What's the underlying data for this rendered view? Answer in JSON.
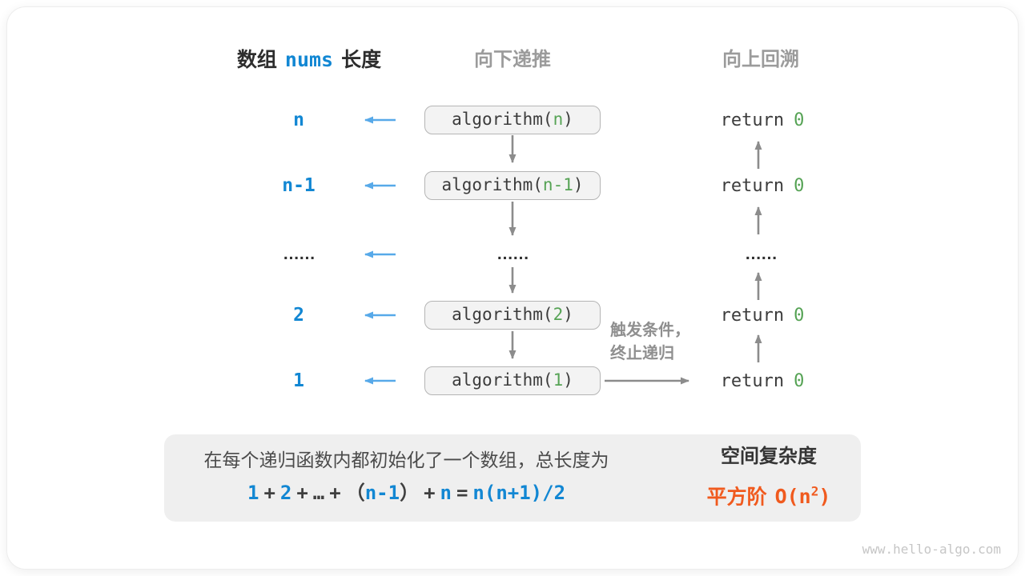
{
  "figure": {
    "watermark": "www.hello-algo.com"
  },
  "colors": {
    "accent_blue": "#1287d3",
    "light_blue_arrow": "#57a9e9",
    "green": "#56a355",
    "orange": "#f05a1e",
    "gray_arrow": "#8c8c8c",
    "header_gray": "#9b9b9b",
    "box_fill": "#f3f3f3",
    "box_border": "#b5b5b5",
    "panel_fill": "#efefef"
  },
  "icons": {
    "left_arrow": "blue-left-arrow",
    "down_arrow": "gray-down-arrow",
    "up_arrow": "gray-up-arrow",
    "right_arrow": "gray-right-arrow",
    "block_arrow": "gray-block-arrow-right"
  },
  "headers": {
    "array_prefix": "数组",
    "array_code": "nums",
    "array_suffix": "长度",
    "recurse_down": "向下递推",
    "backtrack_up": "向上回溯"
  },
  "rows": [
    {
      "label": "n",
      "call_pre": "algorithm(",
      "call_arg": "n",
      "call_post": ")",
      "ret_pre": "return",
      "ret_val": "0"
    },
    {
      "label": "n-1",
      "call_pre": "algorithm(",
      "call_arg": "n-1",
      "call_post": ")",
      "ret_pre": "return",
      "ret_val": "0"
    },
    {
      "label": "……",
      "call_ellipsis": "……",
      "ret_ellipsis": "……"
    },
    {
      "label": "2",
      "call_pre": "algorithm(",
      "call_arg": "2",
      "call_post": ")",
      "ret_pre": "return",
      "ret_val": "0"
    },
    {
      "label": "1",
      "call_pre": "algorithm(",
      "call_arg": "1",
      "call_post": ")",
      "ret_pre": "return",
      "ret_val": "0"
    }
  ],
  "trigger_note": {
    "line1": "触发条件，",
    "line2": "终止递归"
  },
  "summary": {
    "description": "在每个递归函数内都初始化了一个数组，总长度为",
    "formula": {
      "t1": "1",
      "op1": "+",
      "t2": "2",
      "op2": "+",
      "dots": "…",
      "op3": "+",
      "lp": "（",
      "t3": "n-1",
      "rp": "）",
      "op4": "+",
      "t4": "n",
      "eq": "=",
      "t5": "n(n+1)/2"
    },
    "result_title": "空间复杂度",
    "result_label": "平方阶",
    "big_o_pre": "O(n",
    "big_o_exp": "2",
    "big_o_post": ")"
  }
}
